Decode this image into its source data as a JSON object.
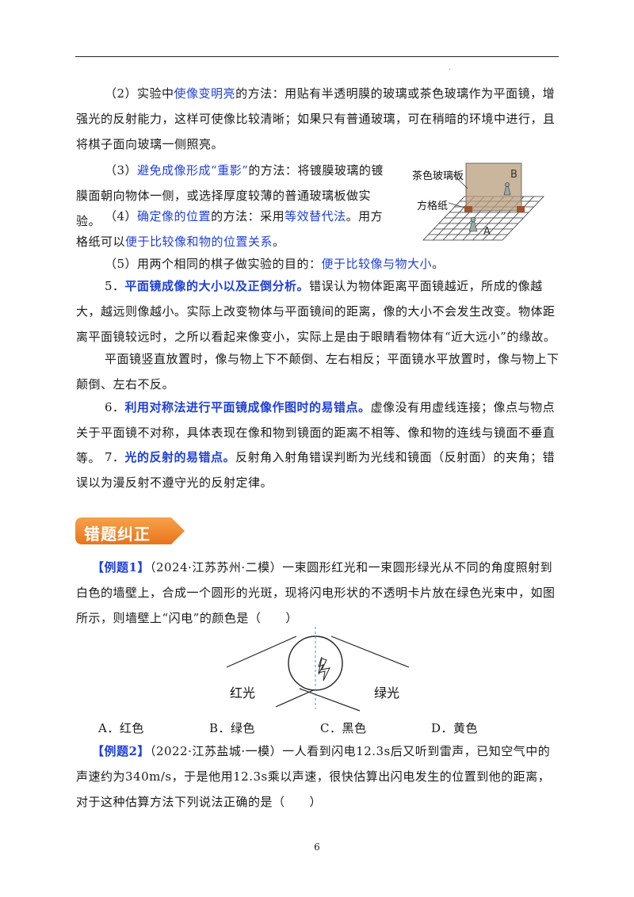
{
  "header": {
    "mark": "."
  },
  "items": {
    "p2_a": "（2）实验中",
    "p2_b": "使像变明亮",
    "p2_c": "的方法：用贴有半透明膜的玻璃或茶色玻璃作为平面镜，增强光的反射能力，这样可使像比较清晰；如果只有普通玻璃，可在稍暗的环境中进行，且将棋子面向玻璃一侧照亮。",
    "p3_a": "（3）",
    "p3_b": "避免成像形成“重影”",
    "p3_c": "的方法：将镀膜玻璃的镀膜面朝向物体一侧，或选择厚度较薄的普通玻璃板做实验。",
    "p4_a": "（4）",
    "p4_b": "确定像的位置",
    "p4_c": "的方法：采用",
    "p4_d": "等效替代法",
    "p4_e": "。用方格纸可以",
    "p4_f": "便于比较像和物的位置关系",
    "p4_g": "。",
    "p5_a": "（5）用两个相同的棋子做实验的目的：",
    "p5_b": "便于比较像与物大小",
    "p5_c": "。",
    "i5_num": "5．",
    "i5_head": "平面镜成像的大小以及正倒分析。",
    "i5_body": "错误认为物体距离平面镜越近，所成的像越大，越远则像越小。实际上改变物体与平面镜间的距离，像的大小不会发生改变。物体距离平面镜较远时，之所以看起来像变小，实际上是由于眼睛看物体有“近大远小”的缘故。",
    "i5_extra": "平面镜竖直放置时，像与物上下不颠倒、左右相反；平面镜水平放置时，像与物上下颠倒、左右不反。",
    "i6_num": "6．",
    "i6_head": "利用对称法进行平面镜成像作图时的易错点。",
    "i6_body": "虚像没有用虚线连接；像点与物点关于平面镜不对称，具体表现在像和物到镜面的距离不相等、像和物的连线与镜面不垂直等。",
    "i7_num": "7．",
    "i7_head": "光的反射的易错点。",
    "i7_body": "反射角入射角错误判断为光线和镜面（反射面）的夹角；错误以为漫反射不遵守光的反射定律。"
  },
  "figure1": {
    "label_glass": "茶色玻璃板",
    "label_paper": "方格纸",
    "label_b": "B",
    "label_a": "A"
  },
  "section_badge": "错题纠正",
  "example1": {
    "tag": "【例题1】",
    "text": "（2024·江苏苏州·二模）一束圆形红光和一束圆形绿光从不同的角度照射到白色的墙壁上，合成一个圆形的光斑，现将闪电形状的不透明卡片放在绿色光束中，如图所示，则墙壁上“闪电”的颜色是（　　）",
    "label_red": "红光",
    "label_green": "绿光",
    "options": [
      "A．红色",
      "B．绿色",
      "C．黑色",
      "D．黄色"
    ]
  },
  "example2": {
    "tag": "【例题2】",
    "text": "（2022·江苏盐城·一模）一人看到闪电12.3s后又听到雷声，已知空气中的声速约为340m/s，于是他用12.3s乘以声速，很快估算出闪电发生的位置到他的距离，对于这种估算方法下列说法正确的是（　　）"
  },
  "page_number": "6",
  "colors": {
    "accent_blue": "#1f3fd6",
    "badge_orange": "#f08a2a"
  }
}
